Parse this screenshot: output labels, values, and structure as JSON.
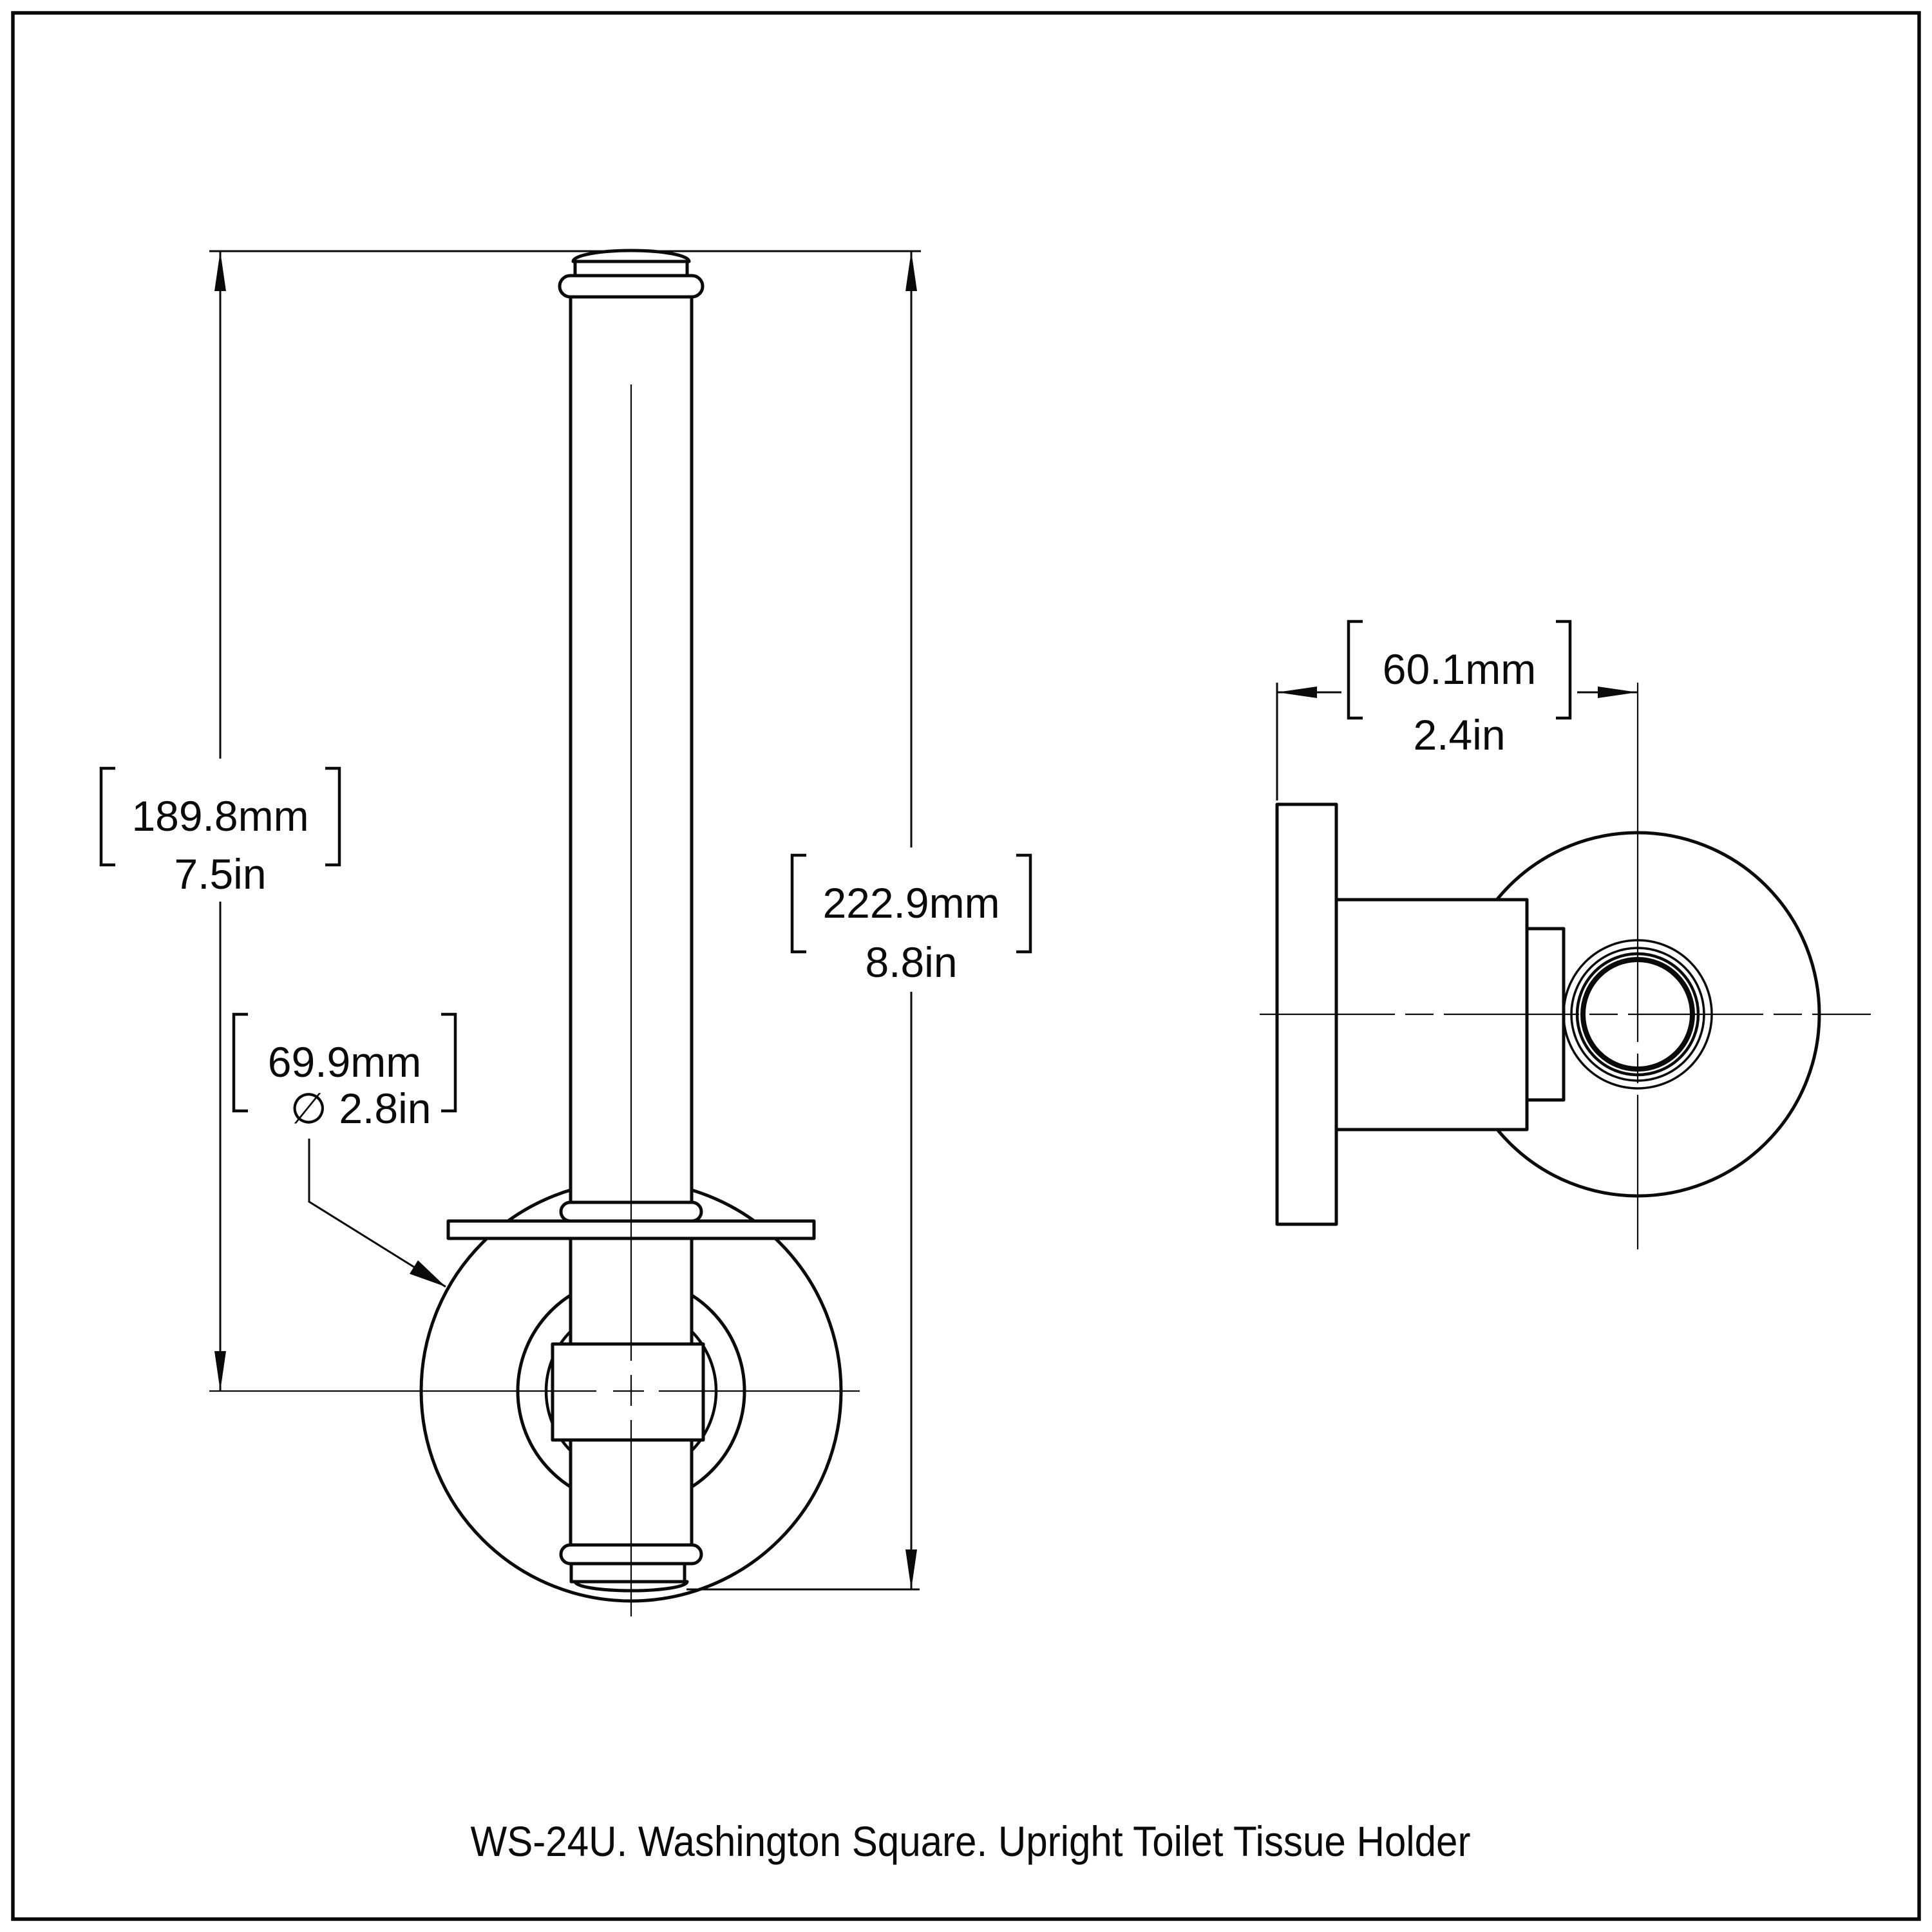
{
  "drawing": {
    "caption": "WS-24U. Washington Square. Upright Toilet Tissue Holder",
    "dimensions": {
      "post_height": {
        "mm": "189.8mm",
        "inch": "7.5in"
      },
      "total_height": {
        "mm": "222.9mm",
        "inch": "8.8in"
      },
      "flange_diameter": {
        "mm": "69.9mm",
        "inch": "∅ 2.8in"
      },
      "projection": {
        "mm": "60.1mm",
        "inch": "2.4in"
      }
    },
    "colors": {
      "line": "#0a0a0a",
      "background": "#ffffff"
    }
  }
}
